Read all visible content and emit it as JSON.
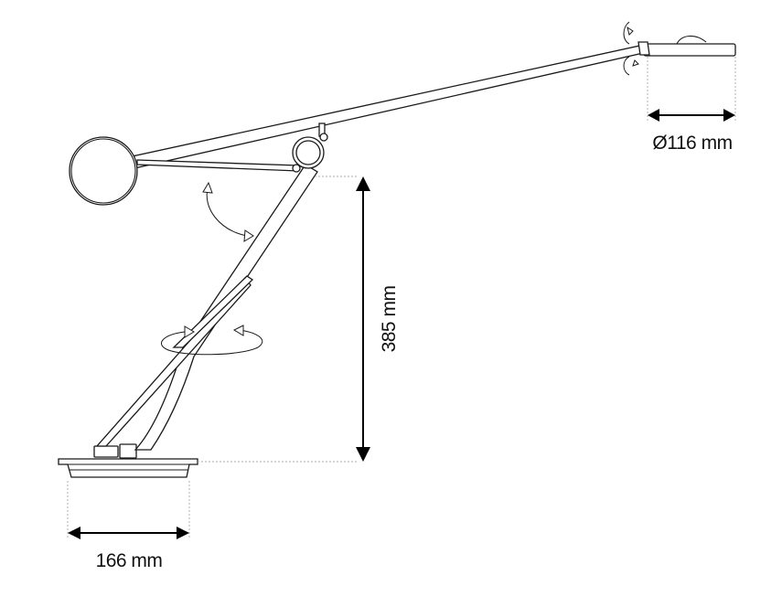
{
  "dimensions": {
    "head_diameter": "Ø116 mm",
    "height": "385 mm",
    "base_diameter": "166 mm"
  },
  "colors": {
    "line": "#1a1a1a",
    "guide": "#aaaaaa",
    "background": "#ffffff"
  }
}
